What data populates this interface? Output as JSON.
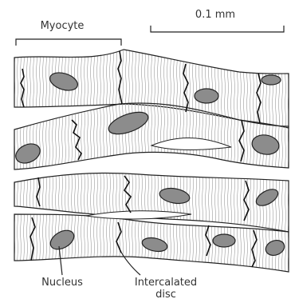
{
  "labels": {
    "myocyte": "Myocyte",
    "scale": "0.1 mm",
    "nucleus": "Nucleus",
    "intercalated_line1": "Intercalated",
    "intercalated_line2": "disc"
  },
  "colors": {
    "nucleus_fill": "#8c8c8c",
    "outline": "#222222",
    "striation": "#b3b3b3",
    "background": "#ffffff"
  }
}
